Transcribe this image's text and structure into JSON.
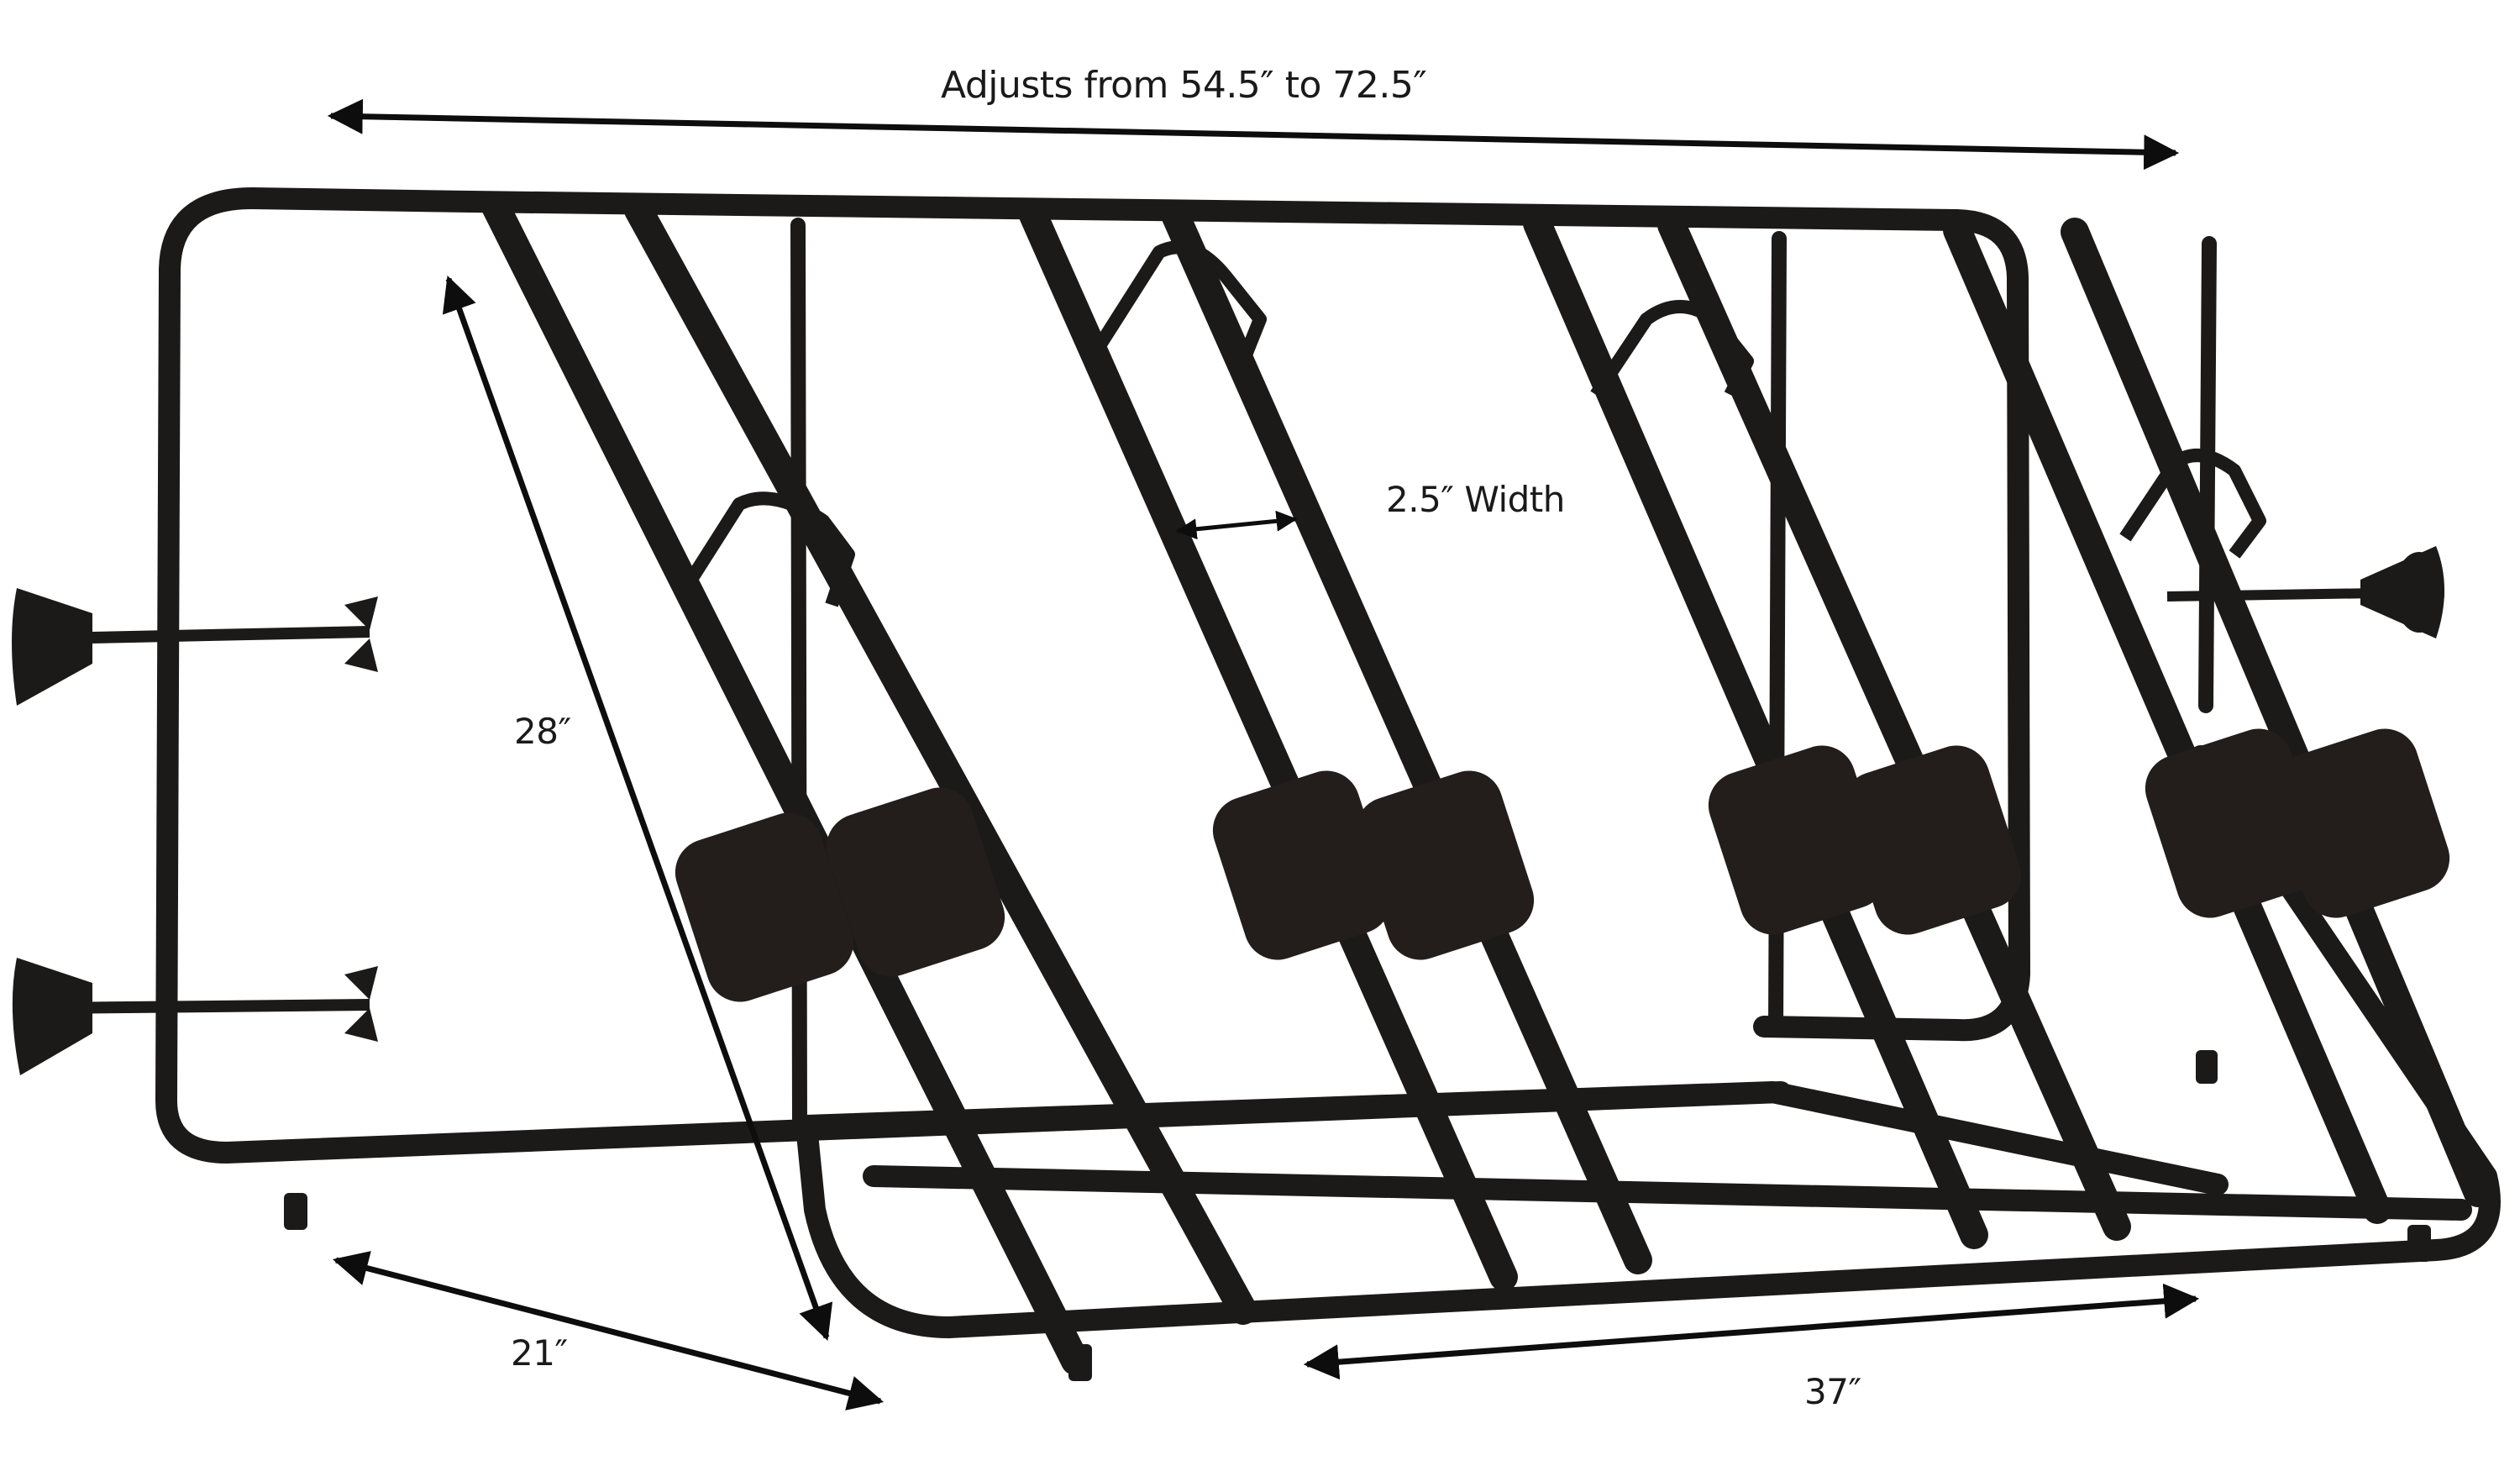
{
  "diagram": {
    "subject": "4-bike pickup truck bed bike rack",
    "background": "#ffffff",
    "frame_color": "#1c1a19",
    "arrow_color": "#0d0d0d",
    "text_color": "#1a1a1a",
    "bike_slots": 4,
    "foam_blocks": 8,
    "suction_cup_mounts": 3
  },
  "dimensions": {
    "overall_width": {
      "label": "Adjusts from 54.5″ to 72.5″",
      "min": 54.5,
      "max": 72.5,
      "unit": "in"
    },
    "slot_width": {
      "label": "2.5″ Width",
      "value": 2.5,
      "unit": "in"
    },
    "height": {
      "label": "28″",
      "value": 28,
      "unit": "in"
    },
    "depth": {
      "label": "21″",
      "value": 21,
      "unit": "in"
    },
    "base_length": {
      "label": "37″",
      "value": 37,
      "unit": "in"
    }
  }
}
